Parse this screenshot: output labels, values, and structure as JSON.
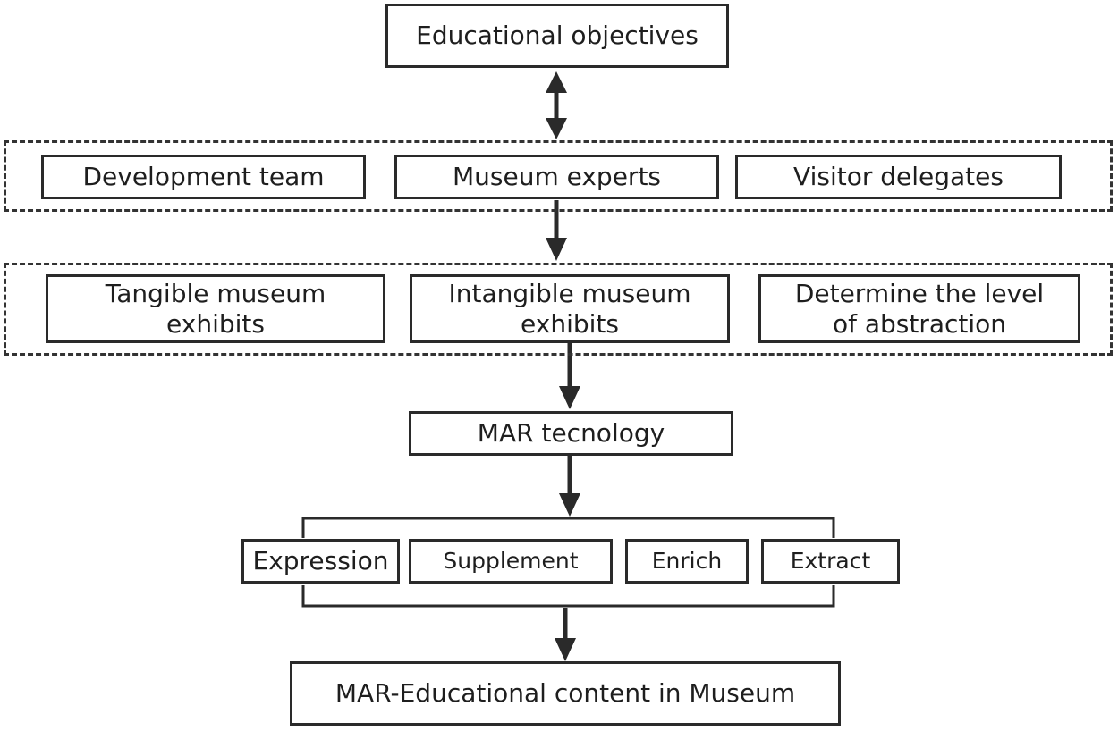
{
  "nodes": {
    "objectives": "Educational objectives",
    "stakeholders": {
      "development_team": "Development team",
      "museum_experts": "Museum experts",
      "visitor_delegates": "Visitor delegates"
    },
    "exhibits": {
      "tangible": "Tangible museum exhibits",
      "intangible": "Intangible museum exhibits",
      "abstraction": "Determine the level of abstraction"
    },
    "technology": "MAR tecnology",
    "functions": {
      "expression": "Expression",
      "supplement": "Supplement",
      "enrich": "Enrich",
      "extract": "Extract"
    },
    "output": "MAR-Educational content in Museum"
  },
  "colors": {
    "line": "#2a2a2a",
    "text": "#1e1e1e",
    "background": "#ffffff"
  }
}
